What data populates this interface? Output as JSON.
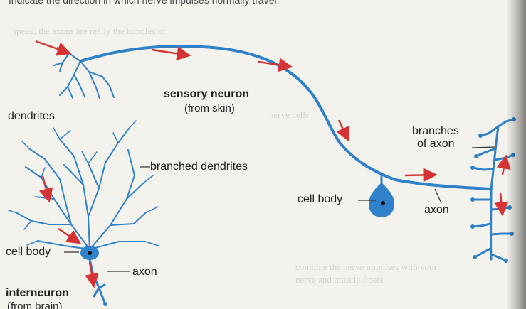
{
  "caption": "Indicate the direction in which nerve impulses normally travel.",
  "labels": {
    "dendrites": "dendrites",
    "sensory_neuron": "sensory neuron",
    "from_skin": "(from skin)",
    "branched_dendrites": "branched dendrites",
    "branches": "branches",
    "of_axon": "of axon",
    "cell_body_right": "cell body",
    "axon_right": "axon",
    "cell_body_left": "cell body",
    "axon_left": "axon",
    "interneuron": "interneuron",
    "from_brain": "(from brain)"
  },
  "background_text": [
    "speed, the axons are really the bundles of",
    "nerve cells",
    "combine the nerve impulses with your",
    "nerve and muscle fibers"
  ],
  "colors": {
    "neuron": "#2f82c9",
    "arrow": "#d63434",
    "label_line": "#333333"
  }
}
